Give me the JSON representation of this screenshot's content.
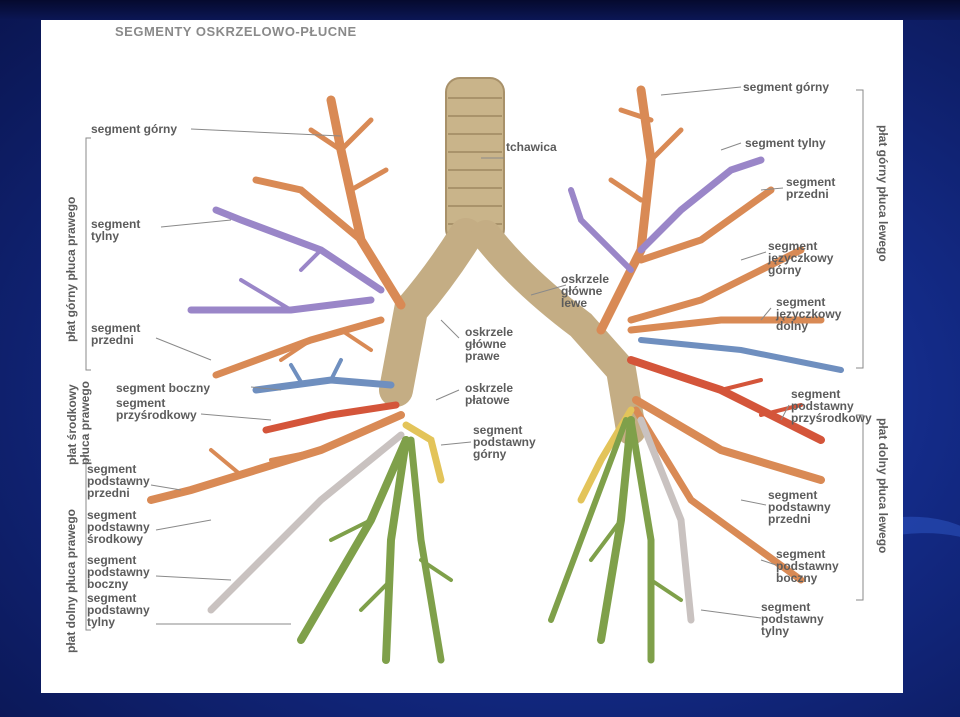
{
  "title": "SEGMENTY OSKRZELOWO-PŁUCNE",
  "labels": {
    "trachea": "tchawica",
    "main_left": "oskrzele\ngłówne\nlewe",
    "main_right": "oskrzele\ngłówne\nprawe",
    "lobar": "oskrzele\npłatowe",
    "r_upper": "segment górny",
    "r_posterior": "segment\ntylny",
    "r_anterior": "segment\nprzedni",
    "r_lateral": "segment boczny",
    "r_medial": "segment\nprzyśrodkowy",
    "r_basal_upper": "segment\npodstawny\ngórny",
    "r_basal_front": "segment\npodstawny\nprzedni",
    "r_basal_middle": "segment\npodstawny\nśrodkowy",
    "r_basal_lateral": "segment\npodstawny\nboczny",
    "r_basal_posterior": "segment\npodstawny\ntylny",
    "l_upper": "segment górny",
    "l_posterior": "segment tylny",
    "l_anterior": "segment\nprzedni",
    "l_ling_upper": "segment\njęzyczkowy\ngórny",
    "l_ling_lower": "segment\njęzyczkowy\ndolny",
    "l_basal_medial": "segment\npodstawny\nprzyśrodkowy",
    "l_basal_front": "segment\npodstawny\nprzedni",
    "l_basal_lateral": "segment\npodstawny\nboczny",
    "l_basal_posterior": "segment\npodstawny\ntylny"
  },
  "lobes": {
    "r_upper_lobe": "płat górny płuca prawego",
    "r_middle_lobe": "płat środkowy\npłuca prawego",
    "r_lower_lobe": "płat dolny płuca prawego",
    "l_upper_lobe": "płat górny płuca lewego",
    "l_lower_lobe": "płat dolny płuca lewego"
  },
  "colors": {
    "trachea": "#c9b48a",
    "orange": "#d98a55",
    "red": "#d4553a",
    "purple": "#9a86c8",
    "blue": "#6f8fbf",
    "yellow": "#e3c45a",
    "green": "#7fa04a",
    "gray": "#c9c2c0",
    "label": "#5c5c5c"
  }
}
